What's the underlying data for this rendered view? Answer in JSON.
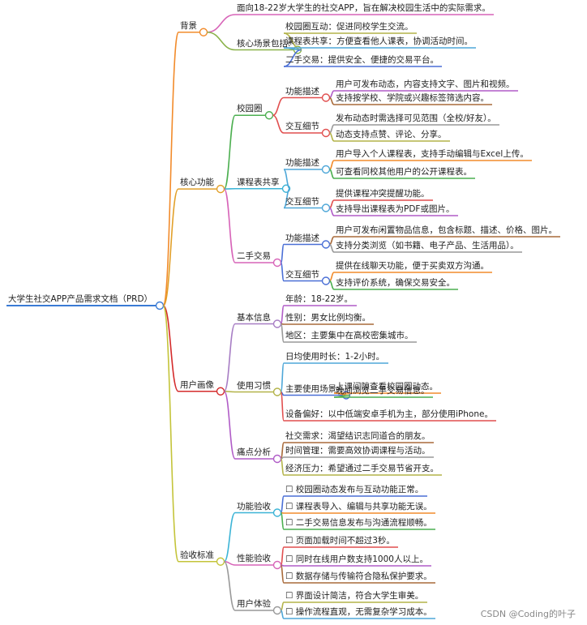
{
  "watermark": "CSDN @Coding的叶子",
  "mindmap": {
    "root": "大学生社交APP产品需求文档（PRD）",
    "branches": [
      {
        "label": "背景",
        "color": "#f28b2b",
        "children": [
          {
            "label": "面向18-22岁大学生的社交APP，旨在解决校园生活中的实际需求。",
            "color": "#d764b8"
          },
          {
            "label": "核心场景包括:",
            "color": "#8ab24a",
            "children": [
              {
                "label": "校园圈互动：促进同校学生交流。",
                "color": "#b3b349"
              },
              {
                "label": "课程表共享：方便查看他人课表，协调活动时间。",
                "color": "#4ea7d8"
              },
              {
                "label": "二手交易：提供安全、便捷的交易平台。",
                "color": "#4a6fd6"
              }
            ]
          }
        ]
      },
      {
        "label": "核心功能",
        "color": "#e2a02a",
        "children": [
          {
            "label": "校园圈",
            "color": "#4caf50",
            "children": [
              {
                "label": "功能描述",
                "color": "#e14f4f",
                "children": [
                  {
                    "label": "用户可发布动态，内容支持文字、图片和视频。",
                    "color": "#b05cc7"
                  },
                  {
                    "label": "支持按学校、学院或兴趣标签筛选内容。",
                    "color": "#a86a3a"
                  }
                ]
              },
              {
                "label": "交互细节",
                "color": "#e14f4f",
                "children": [
                  {
                    "label": "发布动态时需选择可见范围（全校/好友）。",
                    "color": "#999999"
                  },
                  {
                    "label": "动态支持点赞、评论、分享。",
                    "color": "#b3b349"
                  }
                ]
              }
            ]
          },
          {
            "label": "课程表共享",
            "color": "#3cb4d6",
            "children": [
              {
                "label": "功能描述",
                "color": "#4ea7d8",
                "children": [
                  {
                    "label": "用户导入个人课程表，支持手动编辑与Excel上传。",
                    "color": "#f28b2b"
                  },
                  {
                    "label": "可查看同校其他用户的公开课程表。",
                    "color": "#4caf50"
                  }
                ]
              },
              {
                "label": "交互细节",
                "color": "#4ea7d8",
                "children": [
                  {
                    "label": "提供课程冲突提醒功能。",
                    "color": "#e14f4f"
                  },
                  {
                    "label": "支持导出课程表为PDF或图片。",
                    "color": "#b05cc7"
                  }
                ]
              }
            ]
          },
          {
            "label": "二手交易",
            "color": "#d764b8",
            "children": [
              {
                "label": "功能描述",
                "color": "#4a6fd6",
                "children": [
                  {
                    "label": "用户可发布闲置物品信息，包含标题、描述、价格、图片。",
                    "color": "#a86a3a"
                  },
                  {
                    "label": "支持分类浏览（如书籍、电子产品、生活用品）。",
                    "color": "#999999"
                  }
                ]
              },
              {
                "label": "交互细节",
                "color": "#4a6fd6",
                "children": [
                  {
                    "label": "提供在线聊天功能，便于买卖双方沟通。",
                    "color": "#f28b2b"
                  },
                  {
                    "label": "支持评价系统，确保交易安全。",
                    "color": "#4caf50"
                  }
                ]
              }
            ]
          }
        ]
      },
      {
        "label": "用户画像",
        "color": "#d42c2c",
        "children": [
          {
            "label": "基本信息",
            "color": "#a77dc4",
            "children": [
              {
                "label": "年龄：18-22岁。",
                "color": "#b05cc7"
              },
              {
                "label": "性别：男女比例均衡。",
                "color": "#a86a3a"
              },
              {
                "label": "地区：主要集中在高校密集城市。",
                "color": "#999999"
              }
            ]
          },
          {
            "label": "使用习惯",
            "color": "#b3b349",
            "children": [
              {
                "label": "日均使用时长：1-2小时。",
                "color": "#4ea7d8"
              },
              {
                "label": "主要使用场景:",
                "color": "#4a6fd6",
                "children": [
                  {
                    "label": "上课间隙查看校园圈动态。",
                    "color": "#f28b2b"
                  },
                  {
                    "label": "晚间浏览二手交易信息。",
                    "color": "#4caf50"
                  }
                ]
              },
              {
                "label": "设备偏好：以中低端安卓手机为主，部分使用iPhone。",
                "color": "#e14f4f"
              }
            ]
          },
          {
            "label": "痛点分析",
            "color": "#b05cc7",
            "children": [
              {
                "label": "社交需求：渴望结识志同道合的朋友。",
                "color": "#a86a3a"
              },
              {
                "label": "时间管理：需要高效协调课程与活动。",
                "color": "#999999"
              },
              {
                "label": "经济压力：希望通过二手交易节省开支。",
                "color": "#b3b349"
              }
            ]
          }
        ]
      },
      {
        "label": "验收标准",
        "color": "#c4c43a",
        "children": [
          {
            "label": "功能验收",
            "color": "#3cb4d6",
            "children": [
              {
                "label": "☐ 校园圈动态发布与互动功能正常。",
                "color": "#4a6fd6"
              },
              {
                "label": "☐ 课程表导入、编辑与共享功能无误。",
                "color": "#f28b2b"
              },
              {
                "label": "☐ 二手交易信息发布与沟通流程顺畅。",
                "color": "#4caf50"
              }
            ]
          },
          {
            "label": "性能验收",
            "color": "#d764b8",
            "children": [
              {
                "label": "☐ 页面加载时间不超过3秒。",
                "color": "#e14f4f"
              },
              {
                "label": "☐ 同时在线用户数支持1000人以上。",
                "color": "#b05cc7"
              },
              {
                "label": "☐ 数据存储与传输符合隐私保护要求。",
                "color": "#a86a3a"
              }
            ]
          },
          {
            "label": "用户体验",
            "color": "#999999",
            "children": [
              {
                "label": "☐ 界面设计简洁，符合大学生审美。",
                "color": "#b3b349"
              },
              {
                "label": "☐ 操作流程直观，无需复杂学习成本。",
                "color": "#4ea7d8"
              }
            ]
          }
        ]
      }
    ]
  }
}
